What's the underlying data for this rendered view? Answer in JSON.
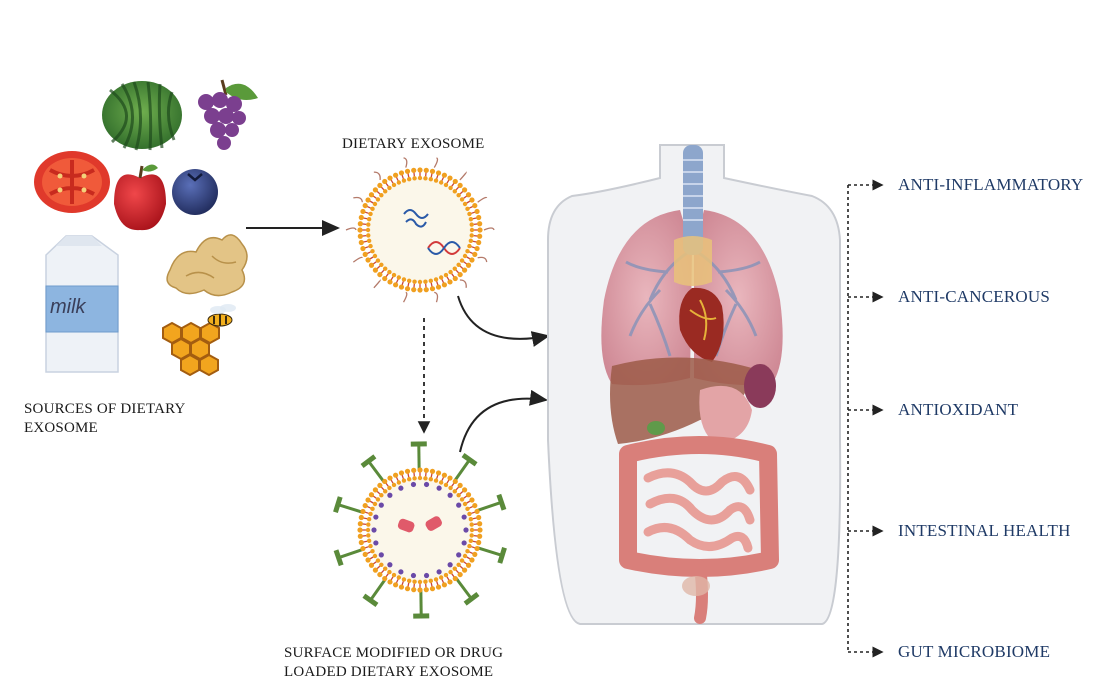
{
  "labels": {
    "sources_line1": "SOURCES OF DIETARY",
    "sources_line2": "EXOSOME",
    "dietary_exosome": "DIETARY EXOSOME",
    "modified_line1": "SURFACE MODIFIED OR DRUG",
    "modified_line2": "LOADED DIETARY EXOSOME",
    "milk": "milk"
  },
  "benefits": [
    "ANTI-INFLAMMATORY",
    "ANTI-CANCEROUS",
    "ANTIOXIDANT",
    "INTESTINAL HEALTH",
    "GUT MICROBIOME"
  ],
  "icons": [
    "watermelon-icon",
    "grapes-icon",
    "tomato-icon",
    "apple-icon",
    "blueberry-icon",
    "milk-carton-icon",
    "ginger-icon",
    "honeycomb-icon",
    "bee-icon",
    "exosome-icon",
    "modified-exosome-icon",
    "human-torso-icon"
  ],
  "colors": {
    "benefit_text": "#1f3a66",
    "label_text": "#1a1a1a",
    "membrane_head": "#f0a020",
    "membrane_tail": "#c8473c",
    "ligand": "#5a8a3a"
  }
}
